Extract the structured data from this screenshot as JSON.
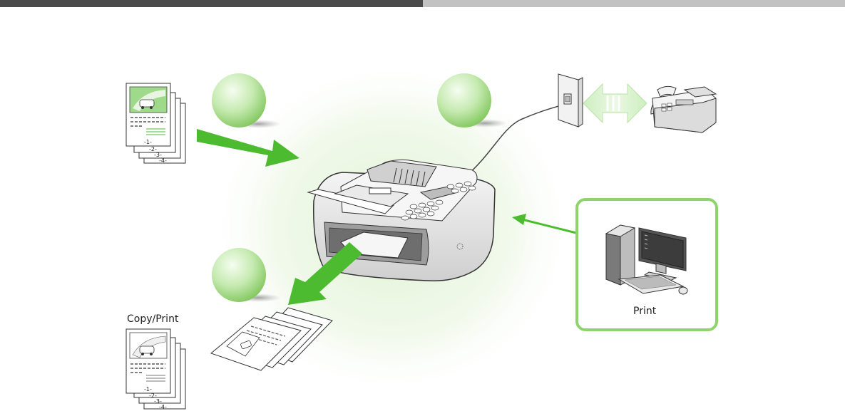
{
  "labels": {
    "copy_print": "Copy/Print",
    "pc_print": "Print"
  },
  "page_numbers": [
    "-1-",
    "-2-",
    "-3-",
    "-4-"
  ],
  "icons": [
    "original-document-stack-icon",
    "fax-machine-icon",
    "telephone-wall-jack-icon",
    "remote-fax-machine-icon",
    "computer-icon",
    "output-document-stack-icon"
  ],
  "colors": {
    "accent_green": "#4cbb2f",
    "frame_green": "#8fd36f",
    "glow_green": "#dff2d2",
    "bar_dark": "#4a4a4a",
    "bar_light": "#c2c2c2"
  }
}
